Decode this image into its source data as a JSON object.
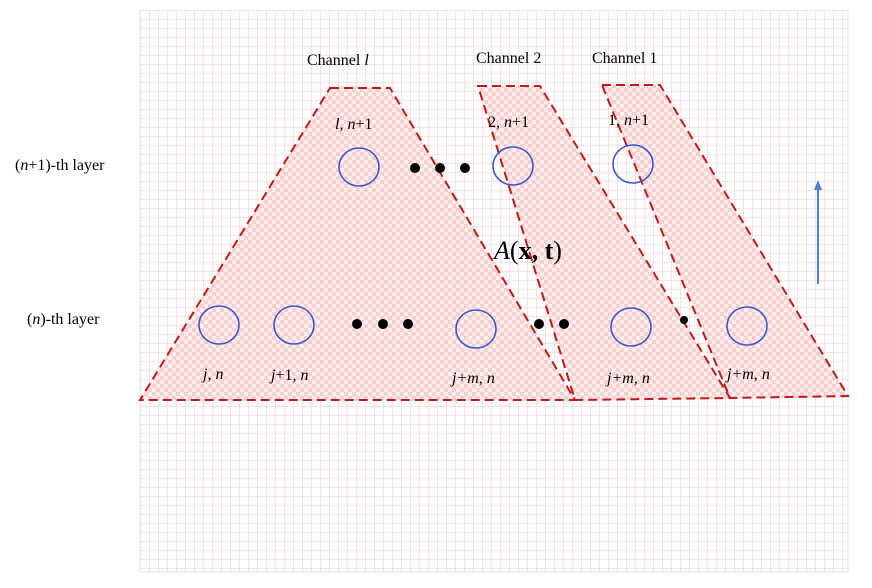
{
  "labels": {
    "layer_top": {
      "n": "n",
      "rest": "+1)-th layer"
    },
    "layer_bottom": {
      "n": "n",
      "rest": ")-th layer"
    },
    "channel_l": {
      "text": "Channel ",
      "var": "l"
    },
    "channel_2": "Channel 2",
    "channel_1": "Channel 1",
    "node_l_n1": {
      "a": "l",
      "b": ", ",
      "c": "n",
      "d": "+1"
    },
    "node_2_n1": {
      "a": "2, ",
      "b": "n",
      "c": "+1"
    },
    "node_1_n1": {
      "a": "1, ",
      "b": "n",
      "c": "+1"
    },
    "node_j_n": "j, n",
    "node_j1_n": {
      "a": "j",
      "b": "+1, ",
      "c": "n"
    },
    "node_jm_n_1": {
      "a": "j",
      "b": "+m, ",
      "c": "n"
    },
    "node_jm_n_2": {
      "a": "j",
      "b": "+m, ",
      "c": "n"
    },
    "node_jm_n_3": {
      "a": "j",
      "b": "+m, ",
      "c": "n"
    },
    "function": {
      "A": "A",
      "open": "(",
      "x": "x",
      "sep": ", ",
      "t": "t",
      "close": ")"
    }
  },
  "colors": {
    "grid_red": "#f4b7b7",
    "grid_blue": "#c9def0",
    "trapezoid_stroke": "#c0191c",
    "trapezoid_fill": "#f8caca",
    "node_stroke": "#3a55d4",
    "arrow": "#4a7fe0",
    "dot": "#000000"
  }
}
